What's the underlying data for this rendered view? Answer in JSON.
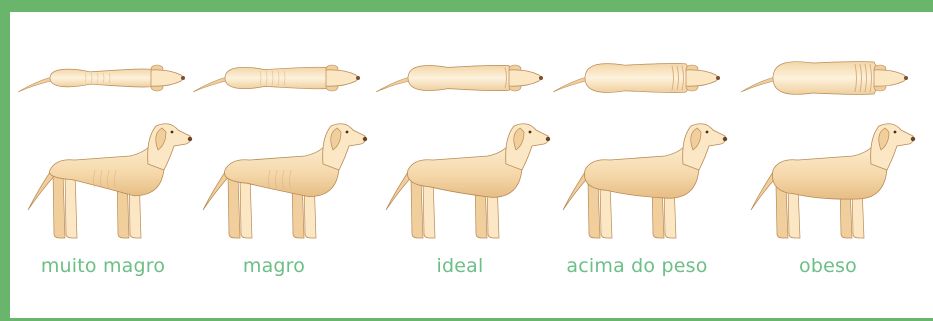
{
  "colors": {
    "frame": "#6ab56c",
    "label": "#6cbf86",
    "fur_light": "#fbe7c4",
    "fur_mid": "#f1cf9d",
    "fur_dark": "#d9aa72",
    "outline": "#b88a55"
  },
  "stages": [
    {
      "label": "muito magro",
      "fullness": 0.2
    },
    {
      "label": "magro",
      "fullness": 0.4
    },
    {
      "label": "ideal",
      "fullness": 0.6
    },
    {
      "label": "acima do peso",
      "fullness": 0.8
    },
    {
      "label": "obeso",
      "fullness": 1.0
    }
  ]
}
